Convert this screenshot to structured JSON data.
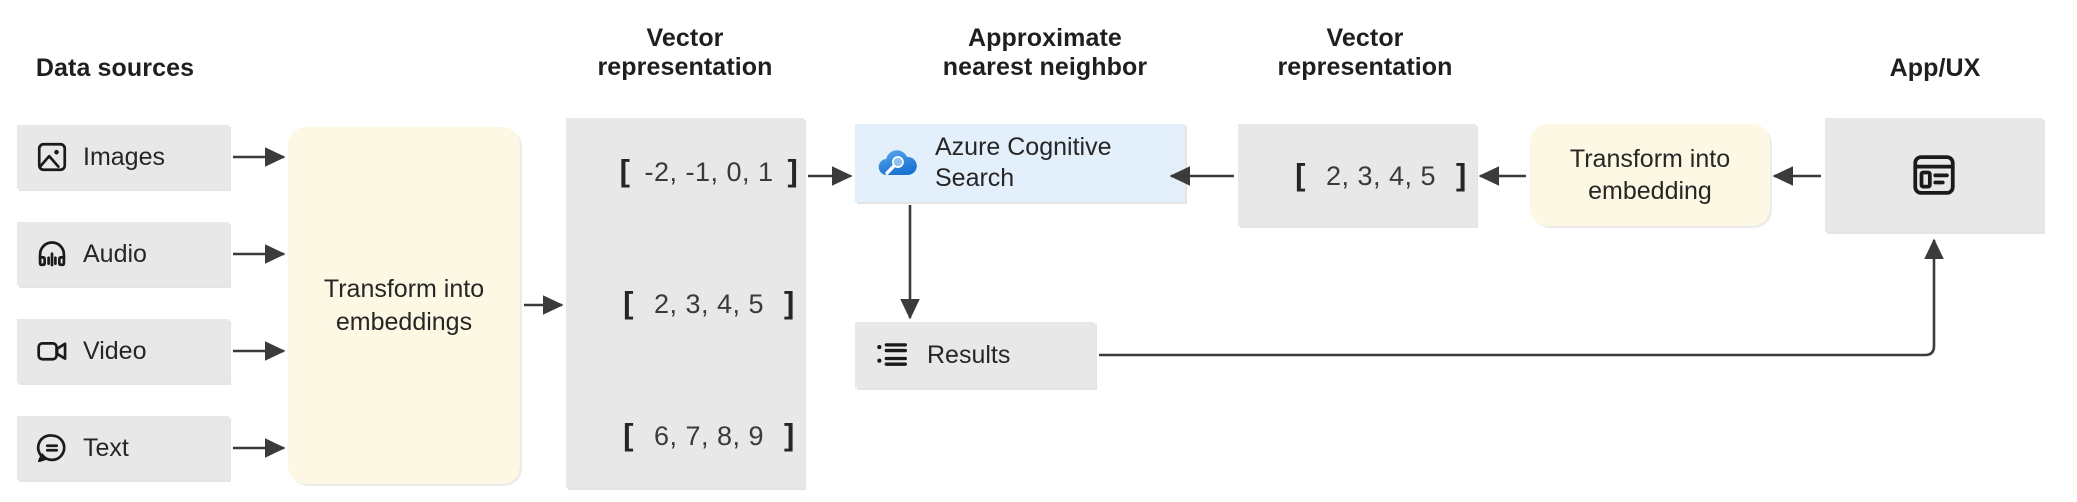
{
  "diagram": {
    "title_data_sources": "Data sources",
    "title_vector_left": "Vector\nrepresentation",
    "title_ann": "Approximate\nnearest neighbor",
    "title_vector_right": "Vector\nrepresentation",
    "title_app": "App/UX",
    "colors": {
      "grey_box": "#e8e8e8",
      "cream_box": "#fdf8e3",
      "azure_box": "#e3f0fb",
      "azure_logo": "#2f87dd",
      "text": "#262626",
      "arrow": "#3b3b3b"
    }
  },
  "sources": [
    {
      "label": "Images",
      "icon": "image-icon"
    },
    {
      "label": "Audio",
      "icon": "headphones-icon"
    },
    {
      "label": "Video",
      "icon": "video-camera-icon"
    },
    {
      "label": "Text",
      "icon": "speech-bubble-icon"
    }
  ],
  "transform_left": {
    "label": "Transform into\nembeddings"
  },
  "vector_left": {
    "rows": [
      {
        "open": "[",
        "values": "-2, -1, 0, 1",
        "close": "]"
      },
      {
        "open": "[",
        "values": "2, 3, 4, 5",
        "close": "]"
      },
      {
        "open": "[",
        "values": "6, 7, 8, 9",
        "close": "]"
      }
    ]
  },
  "search": {
    "label": "Azure Cognitive\nSearch",
    "icon": "azure-cognitive-search-logo"
  },
  "results": {
    "label": "Results",
    "icon": "bulleted-list-icon"
  },
  "vector_right": {
    "row": {
      "open": "[",
      "values": "2, 3, 4, 5",
      "close": "]"
    }
  },
  "transform_right": {
    "label": "Transform into\nembedding"
  },
  "app": {
    "icon": "app-window-icon"
  }
}
